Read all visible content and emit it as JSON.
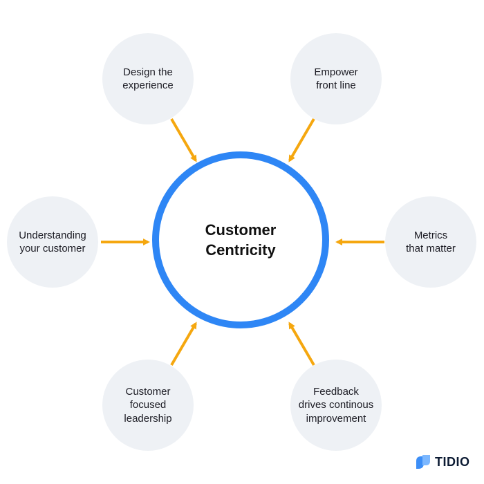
{
  "center": {
    "label": "Customer\nCentricity"
  },
  "nodes": [
    {
      "id": "design",
      "label": "Design the\nexperience"
    },
    {
      "id": "empower",
      "label": "Empower\nfront line"
    },
    {
      "id": "understanding",
      "label": "Understanding\nyour customer"
    },
    {
      "id": "metrics",
      "label": "Metrics\nthat matter"
    },
    {
      "id": "leadership",
      "label": "Customer\nfocused\nleadership"
    },
    {
      "id": "feedback",
      "label": "Feedback\ndrives continous\nimprovement"
    }
  ],
  "brand": {
    "logo_text": "TIDIO"
  },
  "colors": {
    "ring": "#2e86f5",
    "arrow": "#f5a70f",
    "node_fill": "#eef1f5",
    "logo_icon": "#3c8ef7"
  }
}
